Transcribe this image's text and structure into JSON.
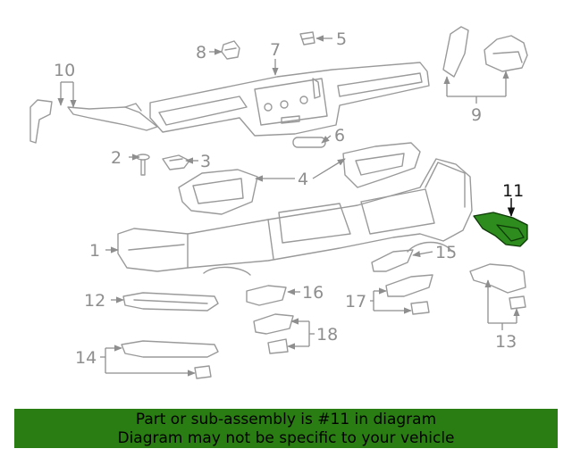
{
  "callouts": {
    "c1": "1",
    "c2": "2",
    "c3": "3",
    "c4": "4",
    "c5": "5",
    "c6": "6",
    "c7": "7",
    "c8": "8",
    "c9": "9",
    "c10": "10",
    "c11": "11",
    "c12": "12",
    "c13": "13",
    "c14": "14",
    "c15": "15",
    "c16": "16",
    "c17": "17",
    "c18": "18"
  },
  "highlight": {
    "part_number": "11",
    "color": "#2e8b1e"
  },
  "banner": {
    "line1": "Part or sub-assembly is #11 in diagram",
    "line2": "Diagram may not be specific to your vehicle",
    "background": "#2a7d12"
  }
}
